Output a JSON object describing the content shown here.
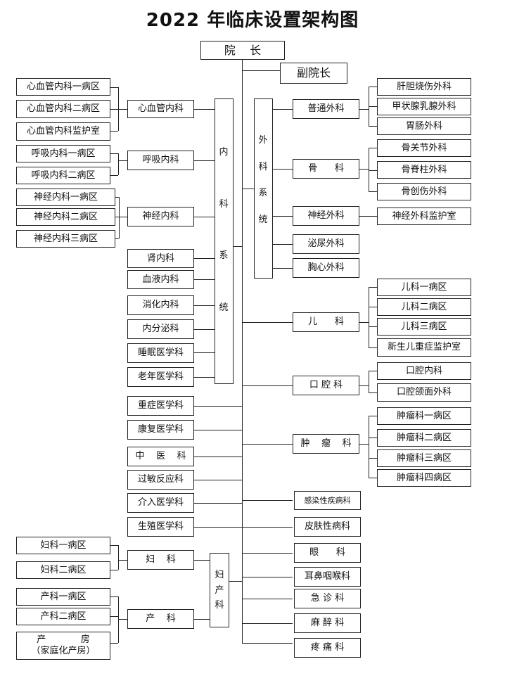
{
  "title": "2022 年临床设置架构图",
  "top": {
    "president": "院    长",
    "vice": "副院长"
  },
  "internal": {
    "label": [
      "内",
      "科",
      "系",
      "统"
    ],
    "cardio": {
      "label": "心血管内科",
      "wards": [
        "心血管内科一病区",
        "心血管内科二病区",
        "心血管内科监护室"
      ]
    },
    "resp": {
      "label": "呼吸内科",
      "wards": [
        "呼吸内科一病区",
        "呼吸内科二病区"
      ]
    },
    "neuro": {
      "label": "神经内科",
      "wards": [
        "神经内科一病区",
        "神经内科二病区",
        "神经内科三病区"
      ]
    },
    "others": [
      "肾内科",
      "血液内科",
      "消化内科",
      "内分泌科",
      "睡眠医学科",
      "老年医学科"
    ]
  },
  "left_depts": [
    "重症医学科",
    "康复医学科",
    "中    医    科",
    "过敏反应科",
    "介入医学科",
    "生殖医学科"
  ],
  "obgyn": {
    "label": [
      "妇",
      "产",
      "科"
    ],
    "gyn": {
      "label": "妇    科",
      "wards": [
        "妇科一病区",
        "妇科二病区"
      ]
    },
    "obs": {
      "label": "产    科",
      "wards": [
        "产科一病区",
        "产科二病区"
      ],
      "family": [
        "产            房",
        "（家庭化产房）"
      ]
    }
  },
  "surgery": {
    "label": [
      "外",
      "科",
      "系",
      "统"
    ],
    "general": {
      "label": "普通外科",
      "wards": [
        "肝胆烧伤外科",
        "甲状腺乳腺外科",
        "胃肠外科"
      ]
    },
    "ortho": {
      "label": "骨      科",
      "wards": [
        "骨关节外科",
        "骨脊柱外科",
        "骨创伤外科"
      ]
    },
    "neuro": {
      "label": "神经外科",
      "wards": [
        "神经外科监护室"
      ]
    },
    "urology": "泌尿外科",
    "thoracic": "胸心外科"
  },
  "peds": {
    "label": "儿      科",
    "wards": [
      "儿科一病区",
      "儿科二病区",
      "儿科三病区",
      "新生儿重症监护室"
    ]
  },
  "stomatology": {
    "label": "口 腔 科",
    "wards": [
      "口腔内科",
      "口腔颌面外科"
    ]
  },
  "oncology": {
    "label": "肿    瘤    科",
    "wards": [
      "肿瘤科一病区",
      "肿瘤科二病区",
      "肿瘤科三病区",
      "肿瘤科四病区"
    ]
  },
  "right_depts": [
    "感染性疾病科",
    "皮肤性病科",
    "眼      科",
    "耳鼻咽喉科",
    "急 诊 科",
    "麻 醉 科",
    "疼 痛 科"
  ]
}
